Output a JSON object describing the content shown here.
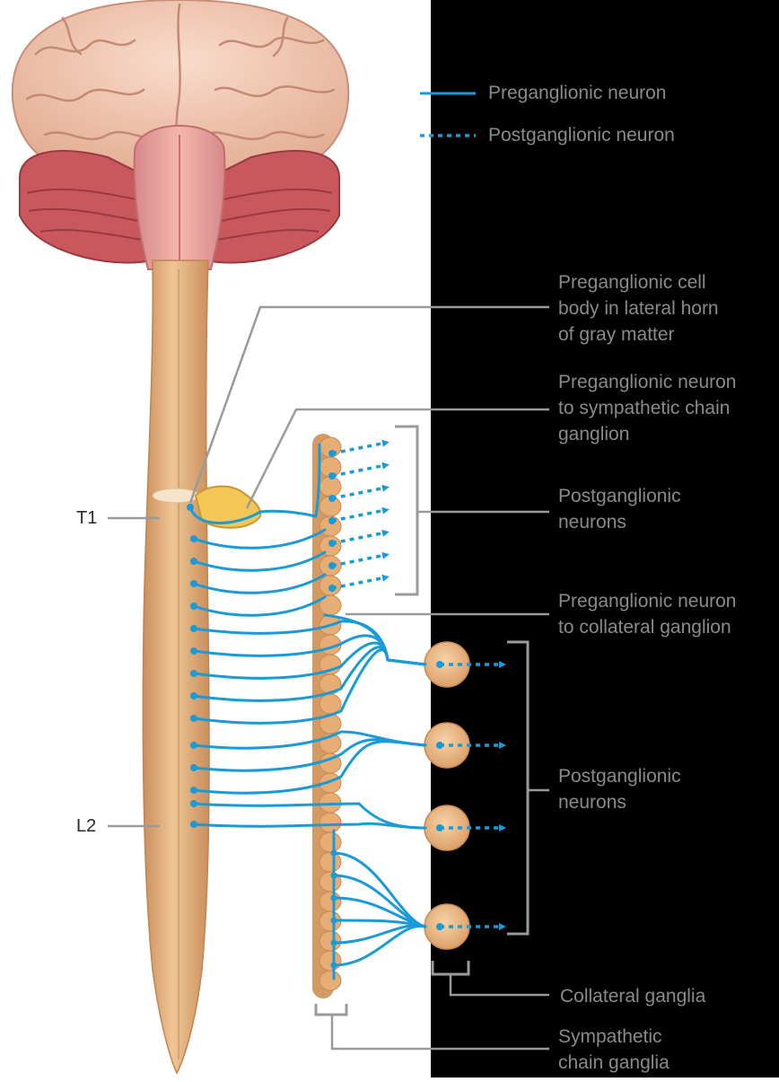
{
  "legend": {
    "preganglionic": "Preganglionic neuron",
    "postganglionic": "Postganglionic neuron"
  },
  "segments": {
    "t1": "T1",
    "l2": "L2"
  },
  "labels": {
    "cell_body": [
      "Preganglionic cell",
      "body in lateral horn",
      "of gray matter"
    ],
    "to_chain": [
      "Preganglionic neuron",
      "to sympathetic chain",
      "ganglion"
    ],
    "post_upper": [
      "Postganglionic",
      "neurons"
    ],
    "to_collateral": [
      "Preganglionic neuron",
      "to collateral ganglion"
    ],
    "post_lower": [
      "Postganglionic",
      "neurons"
    ],
    "collateral_ganglia": "Collateral ganglia",
    "chain_ganglia": [
      "Sympathetic",
      "chain ganglia"
    ]
  },
  "colors": {
    "neuron_blue": "#1a9ad6",
    "panel_black": "#000000",
    "cord_tan": "#e2b07e",
    "ganglion_tan": "#e8b47c",
    "brain_pink": "#efc3ae",
    "cerebellum_red": "#c9575e",
    "label_gray": "#8a8a8a",
    "leader_gray": "#9a9a9a"
  }
}
